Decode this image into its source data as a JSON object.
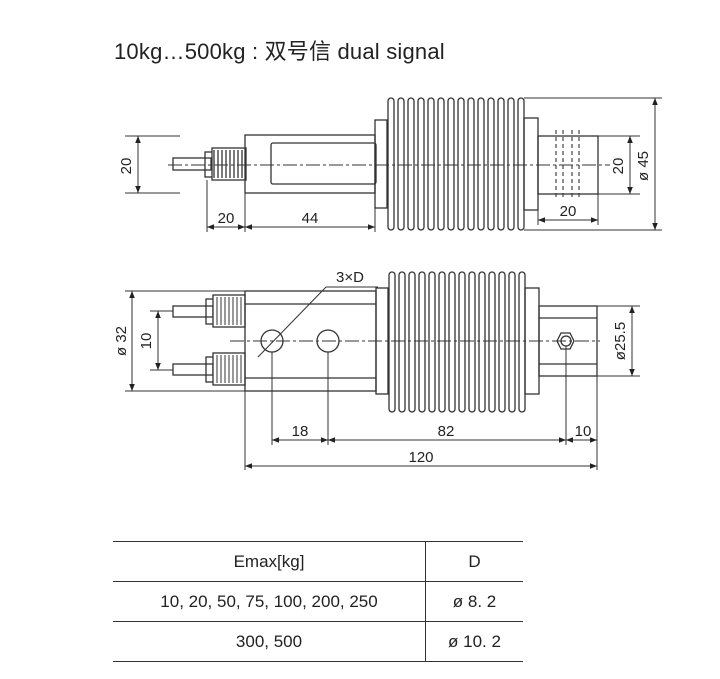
{
  "title": "10kg…500kg : 双号信 dual signal",
  "dimensions": {
    "top_height": "20",
    "top_cable": "20",
    "top_body": "44",
    "top_right_width": "20",
    "top_right_height": "20",
    "top_right_dia": "ø 45",
    "hole_note": "3×D",
    "side_dia": "ø 32",
    "side_spacing": "10",
    "side_hole": "18",
    "side_mid": "82",
    "side_end": "10",
    "total_length": "120",
    "side_right_dia": "ø25.5"
  },
  "table": {
    "headers": [
      "Emax[kg]",
      "D"
    ],
    "rows": [
      [
        "10, 20, 50, 75, 100, 200, 250",
        "ø 8. 2"
      ],
      [
        "300, 500",
        "ø 10. 2"
      ]
    ]
  }
}
